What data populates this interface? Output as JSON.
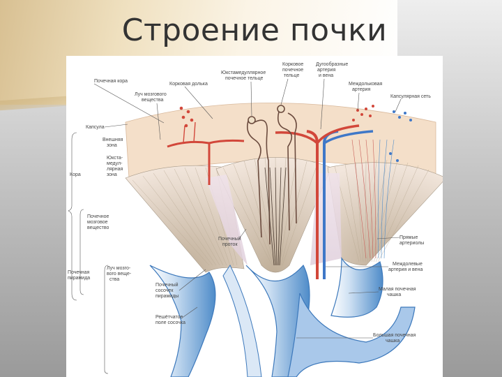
{
  "slide": {
    "title": "Строение почки"
  },
  "diagram": {
    "labels": {
      "renal_cortex": "Почечная кора",
      "cortical_lobule": "Корковая долька",
      "medullary_ray": [
        "Луч мозгового",
        "вещества"
      ],
      "juxtamedullary_body": [
        "Юкстамедуллярное",
        "почечное тельце"
      ],
      "cortical_body": [
        "Корковое",
        "почечное",
        "тельце"
      ],
      "arcuate_artery_vein": [
        "Дугообразные",
        "артерия",
        "и вена"
      ],
      "interlobular_artery": [
        "Междольковая",
        "артерия"
      ],
      "capsular_network": "Капсулярная сеть",
      "capsule": "Капсула",
      "outer_zone": [
        "Внешняя",
        "зона"
      ],
      "juxtamedullary_zone": [
        "Юкста-",
        "медул-",
        "лярная",
        "зона"
      ],
      "cortex": "Кора",
      "renal_medulla": [
        "Почечное",
        "мозговое",
        "вещество"
      ],
      "collecting_duct": [
        "Почечный",
        "проток"
      ],
      "vasa_recta": [
        "Прямые",
        "артериолы"
      ],
      "renal_pyramid": [
        "Почечная",
        "пирамида"
      ],
      "medullary_ray_2": [
        "Луч мозго-",
        "вого веще-",
        "ства"
      ],
      "papilla": [
        "Почечный",
        "сосочек",
        "пирамиды"
      ],
      "interlobar_artery_vein": [
        "Междолевые",
        "артерия и вена"
      ],
      "minor_calyx": [
        "Малая почечная",
        "чашка"
      ],
      "area_cribrosa": [
        "Решётчатое",
        "поле сосочка"
      ],
      "major_calyx": [
        "Большая почечная",
        "чашка"
      ]
    },
    "colors": {
      "cortex": "#f3dcc4",
      "medulla": "#e8d9e3",
      "pyramid_rays": "#cdbfa9",
      "calyx": "#4f8cc9",
      "artery": "#d2473a",
      "vein": "#3f78c8",
      "tubule": "#6b4b3e"
    }
  }
}
